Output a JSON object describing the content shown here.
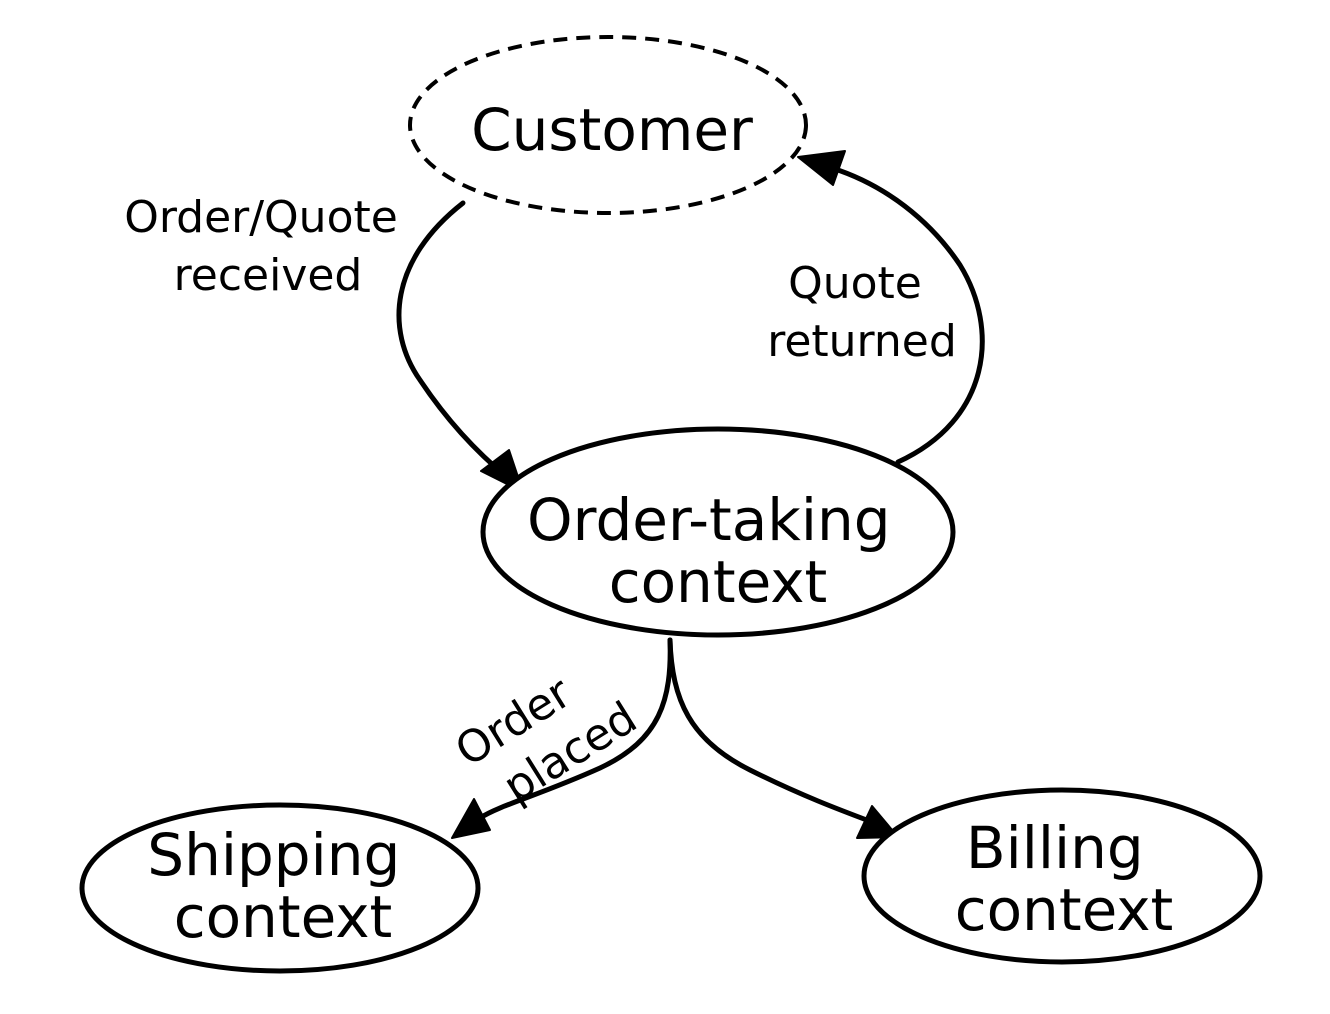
{
  "diagram": {
    "nodes": {
      "customer": {
        "lines": [
          "Customer"
        ]
      },
      "order_taking": {
        "lines": [
          "Order-taking",
          "context"
        ]
      },
      "shipping": {
        "lines": [
          "Shipping",
          "context"
        ]
      },
      "billing": {
        "lines": [
          "Billing",
          "context"
        ]
      }
    },
    "edges": {
      "order_quote_received": {
        "lines": [
          "Order/Quote",
          "received"
        ]
      },
      "quote_returned": {
        "lines": [
          "Quote",
          "returned"
        ]
      },
      "order_placed": {
        "lines": [
          "Order",
          "placed"
        ]
      }
    }
  },
  "colors": {
    "stroke": "#000000",
    "background": "#ffffff"
  }
}
